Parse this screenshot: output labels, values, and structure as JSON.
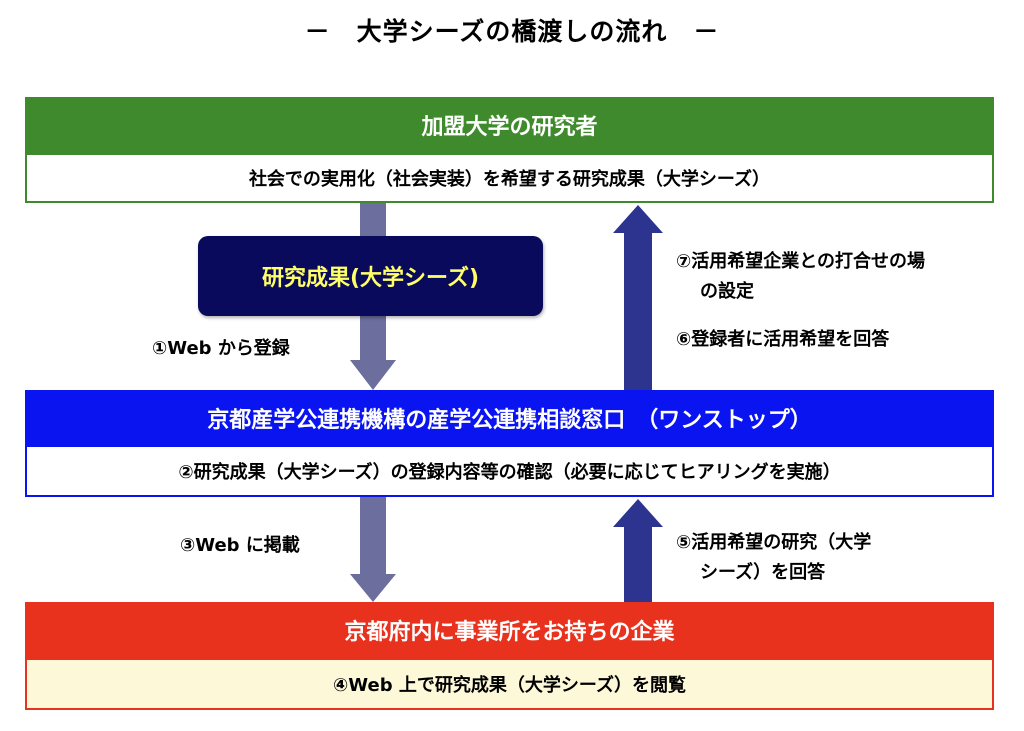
{
  "title": "－　大学シーズの橋渡しの流れ　－",
  "colors": {
    "green": "#3f8a2c",
    "blue": "#0a14f0",
    "red": "#e8321e",
    "navy": "#0a0a5c",
    "arrow_down": "#6c6e9e",
    "arrow_up": "#2d3490",
    "yellow_text": "#ffff66",
    "light_yellow": "#fdf8d8"
  },
  "university": {
    "header": "加盟大学の研究者",
    "sub": "社会での実用化（社会実装）を希望する研究成果（大学シーズ）"
  },
  "seeds_box": "研究成果(大学シーズ)",
  "step1": "①Web から登録",
  "step7_line1": "⑦活用希望企業との打合せの場",
  "step7_line2": "の設定",
  "step6": "⑥登録者に活用希望を回答",
  "onestop": {
    "header": "京都産学公連携機構の産学公連携相談窓口　（ワンストップ）",
    "sub": "②研究成果（大学シーズ）の登録内容等の確認（必要に応じてヒアリングを実施）"
  },
  "step3": "③Web に掲載",
  "step5_line1": "⑤活用希望の研究（大学",
  "step5_line2": "シーズ）を回答",
  "company": {
    "header": "京都府内に事業所をお持ちの企業",
    "sub": "④Web 上で研究成果（大学シーズ）を閲覧"
  }
}
